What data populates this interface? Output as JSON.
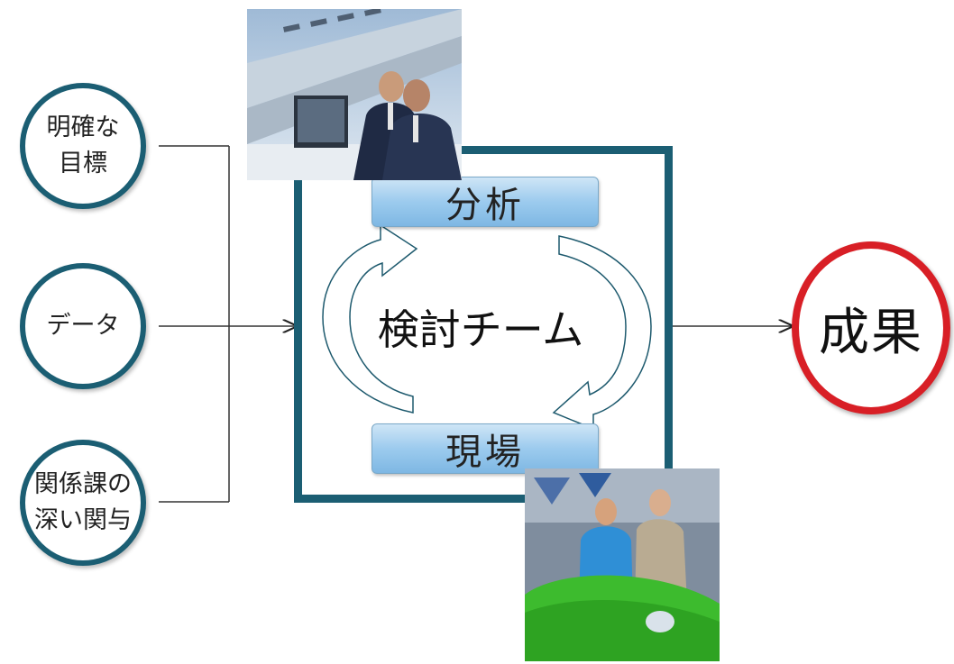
{
  "inputs": [
    {
      "label": "明確な\n目標"
    },
    {
      "label": "データ"
    },
    {
      "label": "関係課の\n深い関与"
    }
  ],
  "team": {
    "label": "検討チーム",
    "phase_top": "分析",
    "phase_bottom": "現場"
  },
  "result": {
    "label": "成果"
  },
  "colors": {
    "circle_border": "#1b5e73",
    "box_border": "#1b5e73",
    "result_border": "#d81f26",
    "phase_fill": "#9ccbee"
  },
  "images": [
    {
      "name": "office-photo",
      "depicts": "two businessmen at a computer"
    },
    {
      "name": "showroom-photo",
      "depicts": "people beside a green car"
    }
  ]
}
